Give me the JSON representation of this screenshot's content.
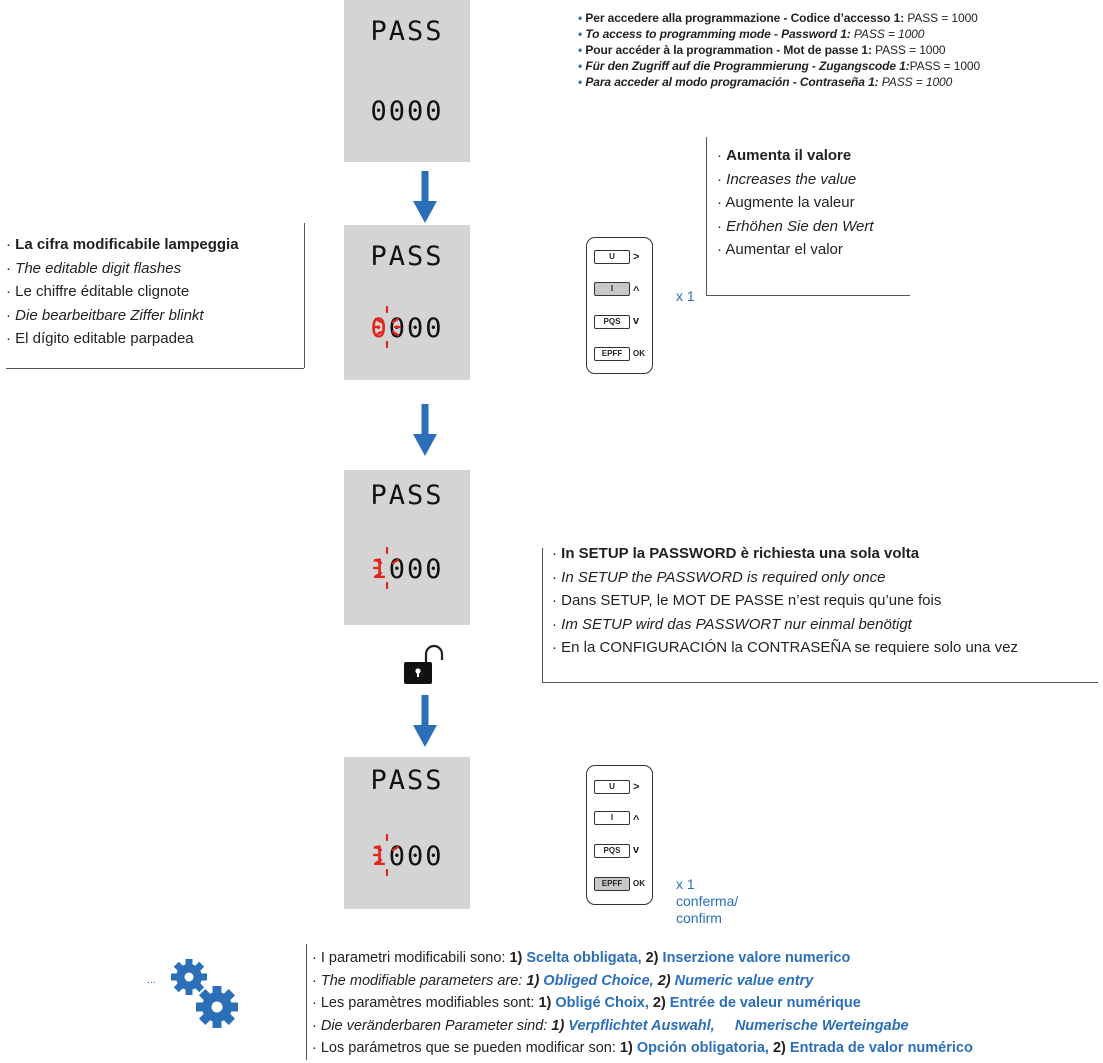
{
  "colors": {
    "blue": "#2a6fb7",
    "red": "#e2241b",
    "lcd_bg": "#d4d4d4"
  },
  "lcd_panels": [
    {
      "top": "PASS",
      "digits": [
        "0",
        "0",
        "0",
        "0"
      ]
    },
    {
      "top": "PASS",
      "digits": [
        "0",
        "0",
        "0",
        "0"
      ]
    },
    {
      "top": "PASS",
      "digits": [
        "1",
        "0",
        "0",
        "0"
      ]
    },
    {
      "top": "PASS",
      "digits": [
        "1",
        "0",
        "0",
        "0"
      ]
    }
  ],
  "password_info": [
    {
      "text": "Per accedere alla programmazione - Codice d’accesso 1:",
      "value": " PASS = 1000"
    },
    {
      "text": "To access to programming mode - Password 1:",
      "value": " PASS = 1000"
    },
    {
      "text": "Pour accéder à la programmation - Mot de passe 1:",
      "value": " PASS = 1000"
    },
    {
      "text": "Für den Zugriff auf die Programmierung - Zugangscode 1:",
      "value": "PASS = 1000"
    },
    {
      "text": "Para acceder al modo programación - Contraseña 1:",
      "value": " PASS = 1000"
    }
  ],
  "increase_value": [
    "Aumenta il valore",
    "Increases the value",
    "Augmente la valeur",
    "Erhöhen Sie den Wert",
    "Aumentar el valor"
  ],
  "digit_flashes": [
    "La cifra modificabile lampeggia",
    "The editable digit flashes",
    "Le chiffre éditable clignote",
    "Die bearbeitbare Ziffer blinkt",
    "El dígito editable parpadea"
  ],
  "setup_once": [
    "In SETUP la PASSWORD è richiesta una sola volta",
    "In SETUP the PASSWORD is required only once",
    "Dans SETUP, le MOT DE PASSE n’est requis qu’une fois",
    "Im SETUP wird das PASSWORT nur einmal benötigt",
    "En la CONFIGURACIÓN la CONTRASEÑA se requiere solo una vez"
  ],
  "keypad": {
    "keys": [
      "U",
      "I",
      "PQS",
      "EPFF"
    ],
    "symbols": [
      ">",
      "^",
      "v",
      "OK"
    ]
  },
  "press_note_1": "x 1",
  "press_note_2": [
    "x 1",
    "conferma/",
    "confirm"
  ],
  "parameters": [
    {
      "pre": "I parametri modificabili sono: ",
      "n1": "1)",
      "opt1": " Scelta obbligata,",
      "n2": " 2)",
      "opt2": " Inserzione valore numerico"
    },
    {
      "pre": "The modifiable parameters are: ",
      "n1": "1)",
      "opt1": " Obliged Choice,",
      "n2": " 2)",
      "opt2": " Numeric value entry"
    },
    {
      "pre": "Les paramètres modifiables sont: ",
      "n1": "1)",
      "opt1": " Obligé Choix,",
      "n2": " 2)",
      "opt2": " Entrée de valeur numérique"
    },
    {
      "pre": "Die veränderbaren Parameter sind: ",
      "n1": "1)",
      "opt1": " Verpflichtet Auswahl,",
      "n2": " ",
      "opt2": "    Numerische Werteingabe"
    },
    {
      "pre": "Los parámetros que se pueden modificar son: ",
      "n1": "1)",
      "opt1": " Opción obligatoria,",
      "n2": " 2)",
      "opt2": " Entrada de valor numérico"
    }
  ],
  "gear_ellipsis": "..."
}
